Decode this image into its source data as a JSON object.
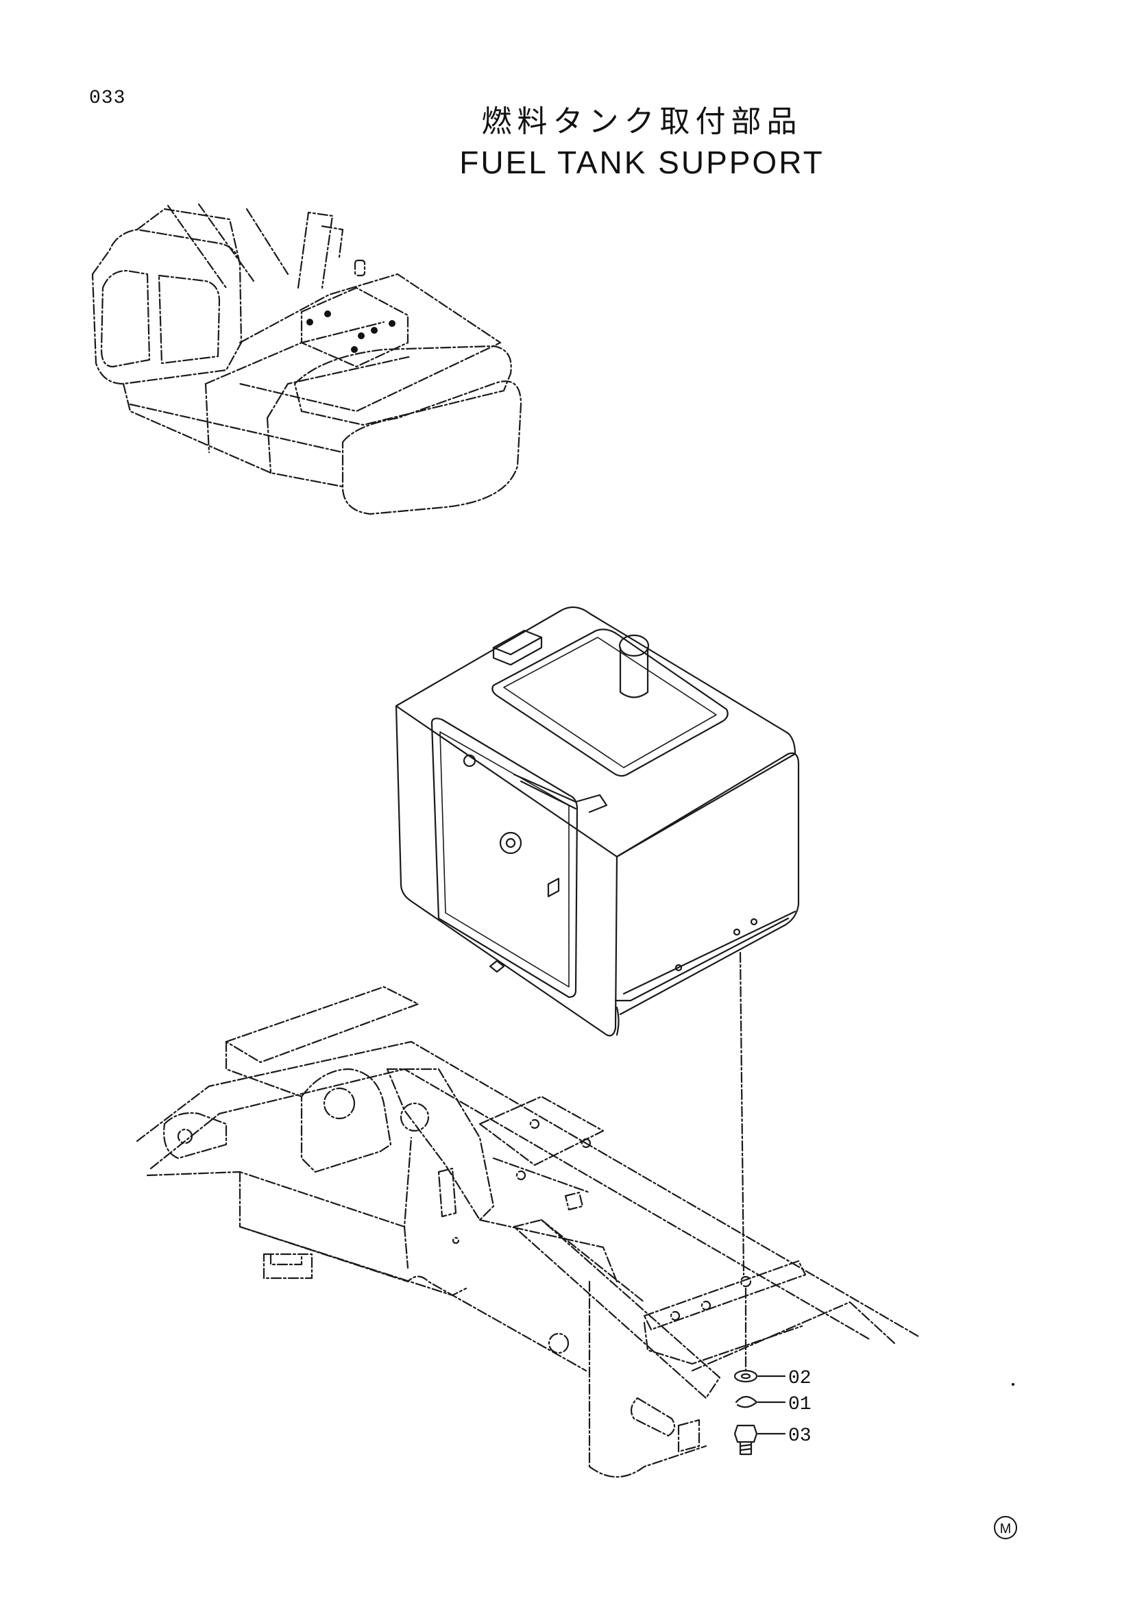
{
  "page_number": "033",
  "title_jp": "燃料タンク取付部品",
  "title_en": "FUEL TANK SUPPORT",
  "callouts": [
    {
      "label": "02",
      "part": "washer"
    },
    {
      "label": "01",
      "part": "spring-washer"
    },
    {
      "label": "03",
      "part": "bolt"
    }
  ],
  "corner_mark": "M"
}
